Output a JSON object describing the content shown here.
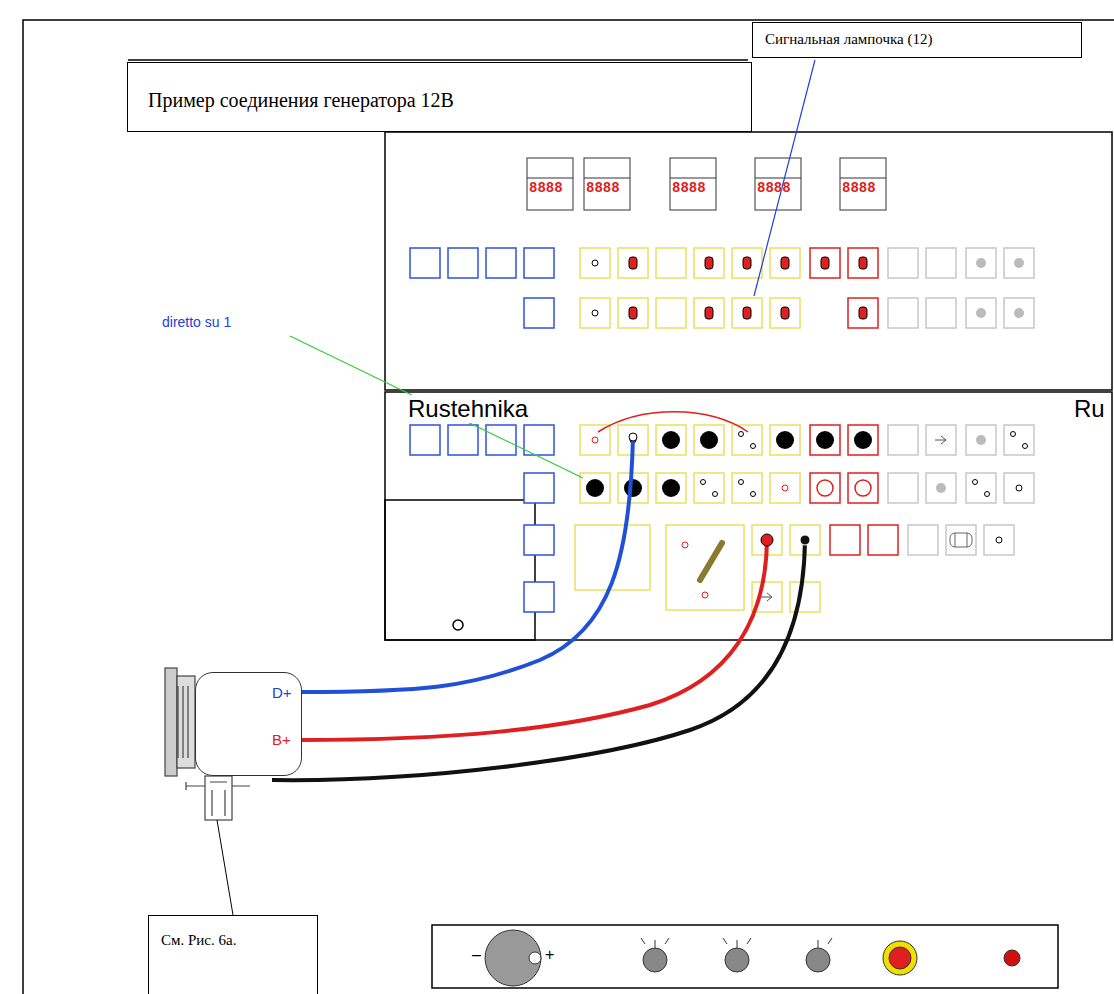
{
  "diagram": {
    "nodes": [
      {
        "text": [
          "Пример соединения генератора 12В"
        ]
      },
      {
        "text": [
          "Сигнальная лампочка (12)"
        ]
      },
      {
        "text": [
          "D+",
          "B+"
        ]
      },
      {
        "text": [
          "См. Рис. 6а."
        ]
      }
    ],
    "edges": [
      {
        "from": 3,
        "to": 2,
        "arrow": "none"
      }
    ],
    "labels": [
      "8888",
      "8888",
      "8888",
      "8888",
      "8888",
      "diretto su 1",
      "Rustehnika",
      "Ru",
      "–",
      "+"
    ]
  }
}
